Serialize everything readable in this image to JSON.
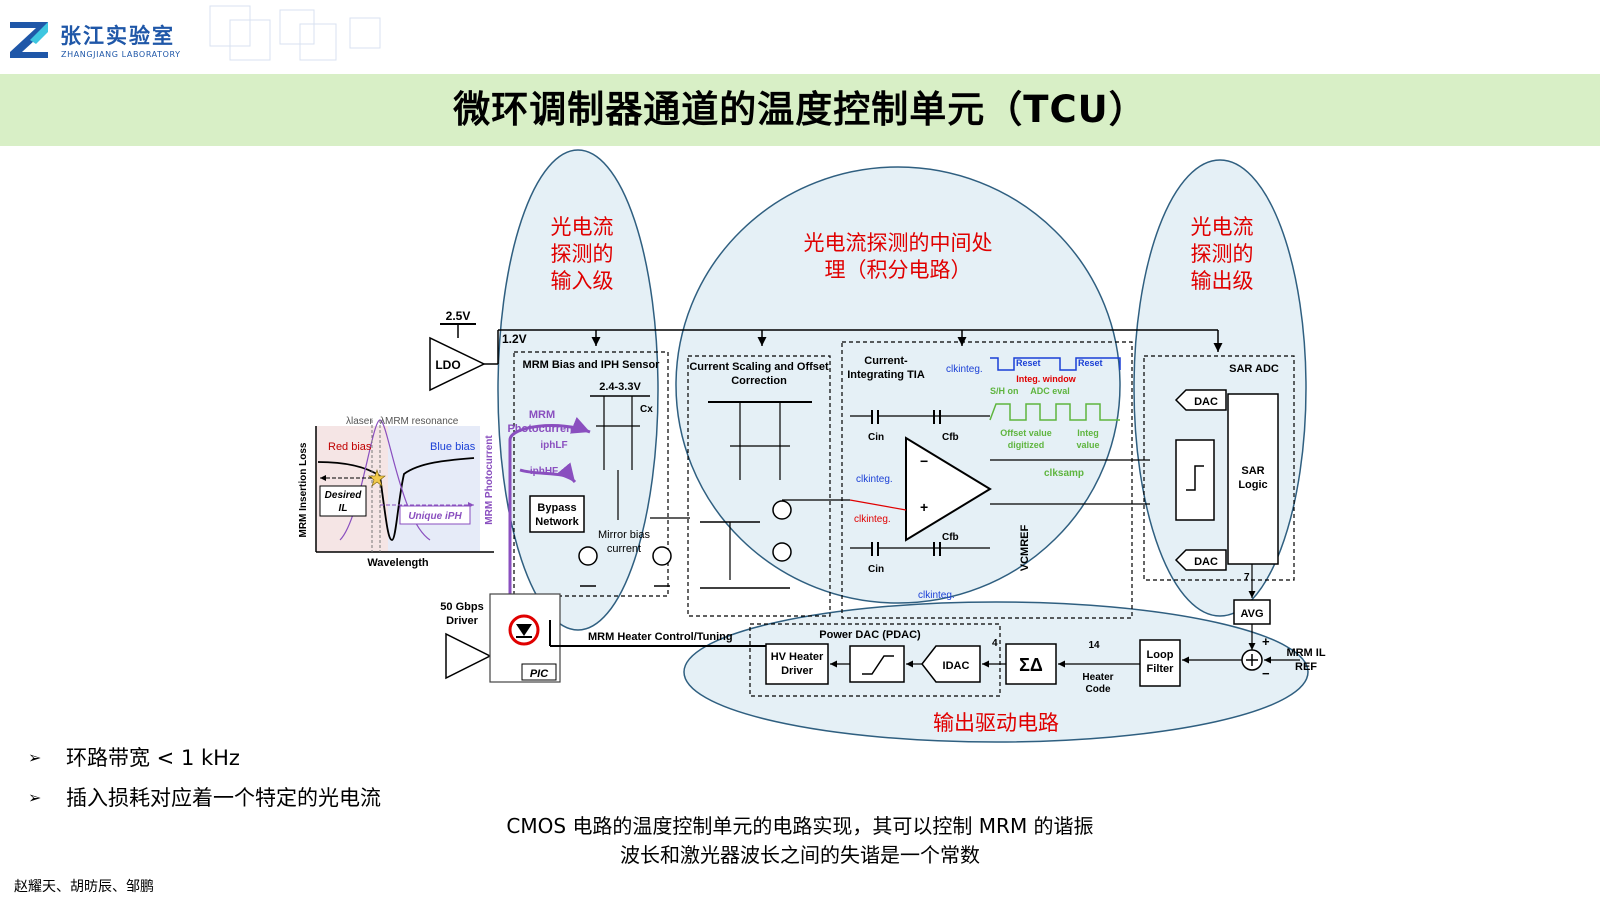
{
  "logo": {
    "name_cn": "张江实验室",
    "name_en": "ZHANGJIANG   LABORATORY",
    "brand_color": "#1f57a8"
  },
  "title": "微环调制器通道的温度控制单元（TCU）",
  "colors": {
    "title_bar": "#d8efc6",
    "region_fill": "#cfe3ef",
    "region_stroke": "#2f5f80",
    "annotation_red": "#e00000",
    "purple": "#8a4fbf",
    "blue": "#1a3fd6",
    "green": "#5fb53f"
  },
  "diagram": {
    "regions": {
      "input_stage": "光电流\n探测的\n输入级",
      "middle_stage": "光电流探测的中间处\n理（积分电路）",
      "output_stage": "光电流\n探测的\n输出级",
      "driver_stage": "输出驱动电路"
    },
    "supply": {
      "ldo": "LDO",
      "v_in": "2.5V",
      "v_rail": "1.2V"
    },
    "plot": {
      "ylabel": "MRM Insertion Loss",
      "xlabel": "Wavelength",
      "red_bias": "Red bias",
      "blue_bias": "Blue bias",
      "lambda_laser": "λlaser",
      "lambda_mrm": "λMRM resonance",
      "desired_il": "Desired\nIL",
      "unique_iph": "Unique iPH",
      "photocurrent_axis": "MRM Photocurrent"
    },
    "bias_block": {
      "title": "MRM Bias and IPH Sensor",
      "range": "2.4-3.3V",
      "photocurrent": "MRM\nPhotocurrent",
      "iphlf": "iphLF",
      "iphhf": "iphHF",
      "bypass": "Bypass\nNetwork",
      "mirror": "Mirror bias\ncurrent",
      "cx": "Cx"
    },
    "scaling_block": {
      "title": "Current Scaling and Offset\nCorrection"
    },
    "tia_block": {
      "title": "Current-\nIntegrating TIA",
      "clk_integ": "clkinteg.",
      "cin": "Cin",
      "cfb": "Cfb",
      "vcmref": "VCMREF",
      "reset": "Reset",
      "integ_window": "Integ. window",
      "sh_on": "S/H on",
      "adc_eval": "ADC eval",
      "offset_digitized": "Offset value\ndigitized",
      "integ_value": "Integ\nvalue",
      "clk_samp": "clksamp"
    },
    "adc_block": {
      "title": "SAR ADC",
      "dac": "DAC",
      "sar_logic": "SAR\nLogic",
      "bits": "7",
      "avg": "AVG"
    },
    "driver_path": {
      "driver": "50 Gbps\nDriver",
      "pic": "PIC",
      "heater_ctrl": "MRM Heater Control/Tuning",
      "pdac": "Power DAC (PDAC)",
      "hv_driver": "HV Heater\nDriver",
      "idac": "IDAC",
      "sigma_delta": "ΣΔ",
      "bits4": "4",
      "bits14": "14",
      "heater_code": "Heater\nCode",
      "loop_filter": "Loop\nFilter",
      "mrm_il_ref": "MRM IL\nREF",
      "plus": "+",
      "minus": "−"
    }
  },
  "bullets": [
    "环路带宽 < 1 kHz",
    "插入损耗对应着一个特定的光电流"
  ],
  "caption": [
    "CMOS 电路的温度控制单元的电路实现，其可以控制 MRM 的谐振",
    "波长和激光器波长之间的失谐是一个常数"
  ],
  "authors": "赵耀天、胡昉辰、邹鹏"
}
